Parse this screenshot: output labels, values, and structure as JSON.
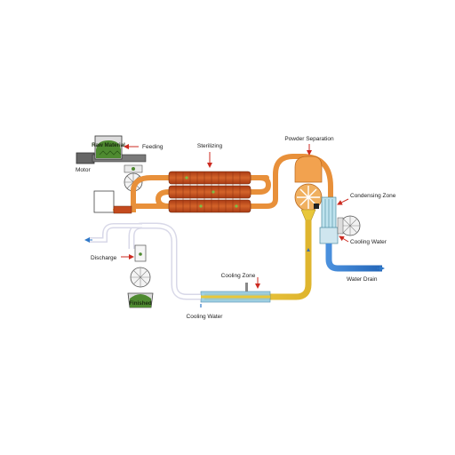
{
  "labels": {
    "raw_material": "Raw Material",
    "feeding": "Feeding",
    "motor": "Motor",
    "sterilizing": "Sterilizing",
    "powder_separation": "Powder Separation",
    "condensing_zone": "Condensing Zone",
    "cooling_water_right": "Cooling Water",
    "water_drain": "Water Drain",
    "discharge": "Discharge",
    "cooling_zone": "Cooling Zone",
    "cooling_water_bottom": "Cooling Water",
    "finished": "Finished"
  },
  "colors": {
    "pipe_orange": "#e8903a",
    "pipe_yellow": "#e8c73a",
    "heater_red": "#c44a1e",
    "water_blue": "#2f78c8",
    "hopper_green": "#4e8a30",
    "arrow_red": "#cc2a20"
  }
}
